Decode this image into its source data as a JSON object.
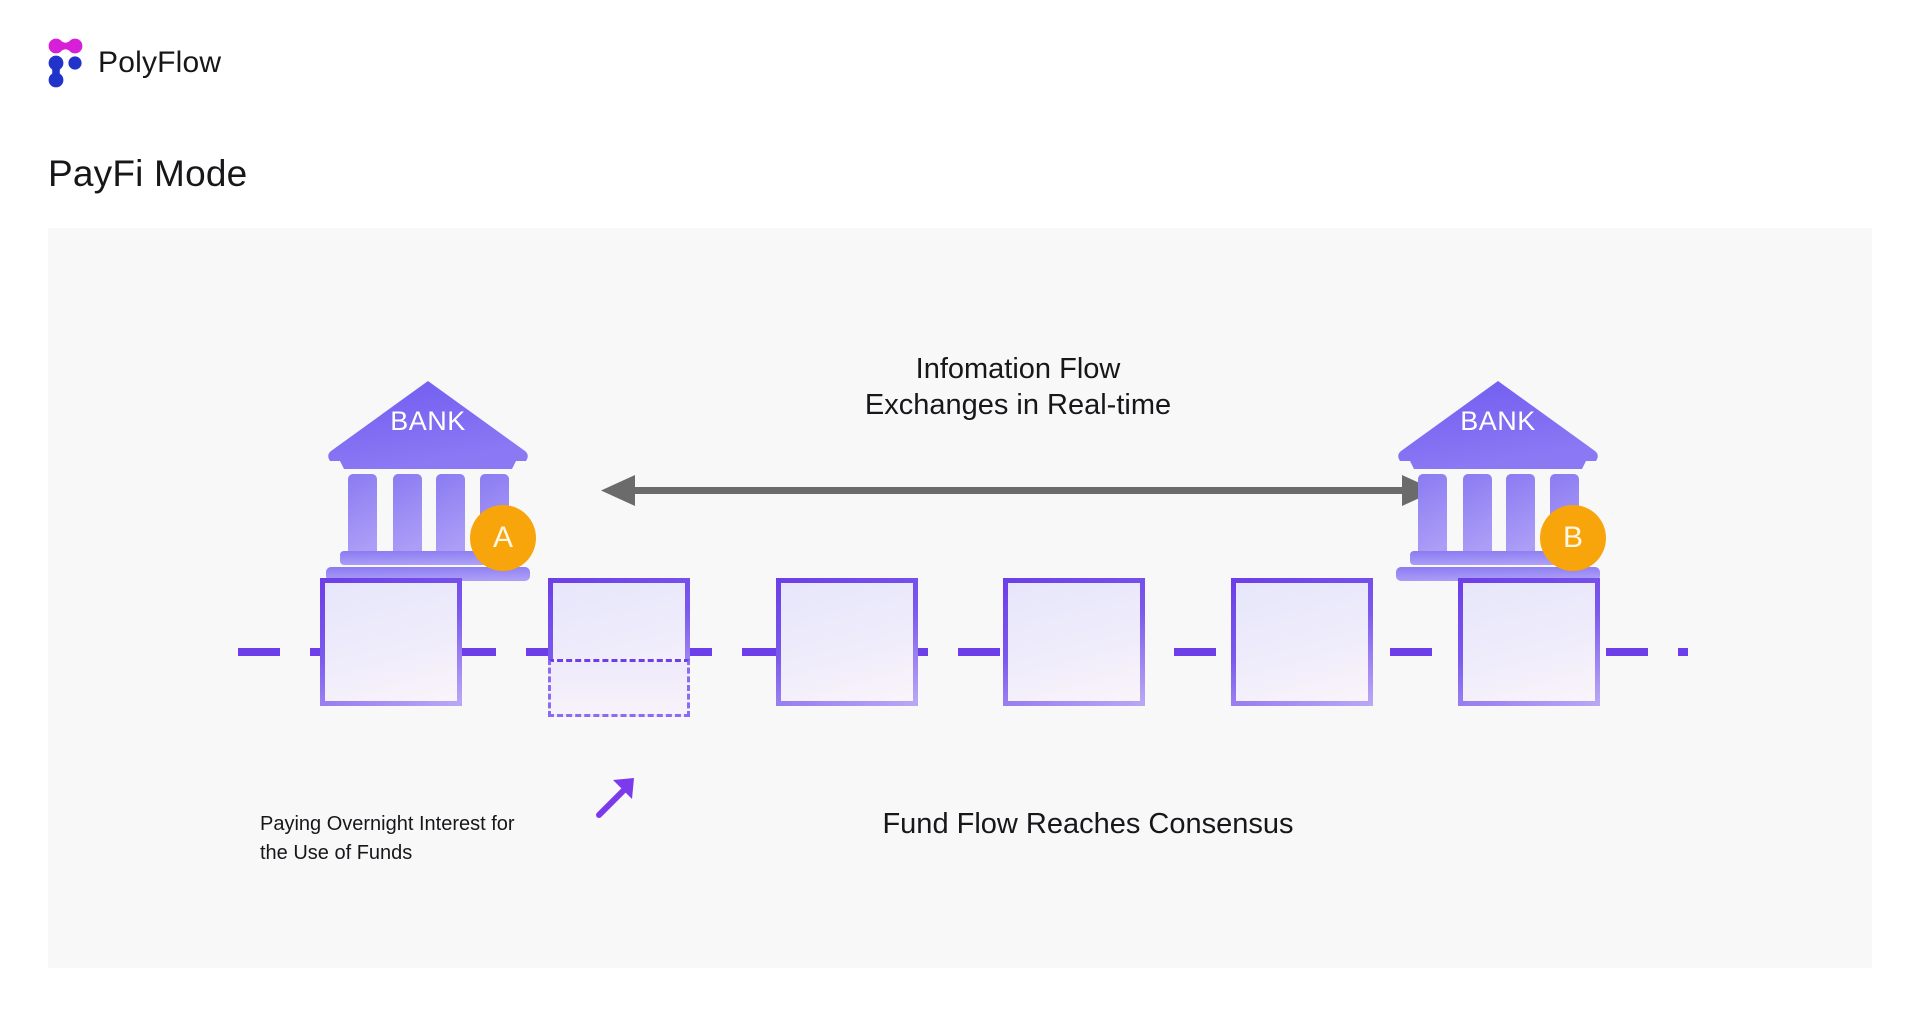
{
  "brand": {
    "name": "PolyFlow",
    "logo_icon": "polyflow-nodes-icon",
    "logo_colors": {
      "magenta": "#d81fd8",
      "blue": "#2233cc"
    }
  },
  "page": {
    "title": "PayFi Mode",
    "canvas_background": "#f8f8f9"
  },
  "diagram": {
    "banks": [
      {
        "label": "BANK",
        "badge": "A",
        "side": "left"
      },
      {
        "label": "BANK",
        "badge": "B",
        "side": "right"
      }
    ],
    "bank_colors": {
      "roof_from": "#6f5cf0",
      "roof_to": "#8b79f4",
      "column_from": "#8a7bf2",
      "column_to": "#a99af6",
      "badge": "#f7a50a",
      "badge_text": "#fff8e6"
    },
    "info_flow": {
      "line1": "Infomation Flow",
      "line2": "Exchanges in Real-time",
      "arrow_icon": "double-headed-arrow-icon",
      "arrow_color": "#6b6b6b"
    },
    "chain": {
      "block_count": 6,
      "connector_color": "#6d3fe8",
      "block_border_from": "#6d3fe8",
      "block_border_to": "#b9a6f5",
      "ghost_block_index": 1,
      "ghost_block_style": "dashed"
    },
    "annotation": {
      "arrow_icon": "up-right-arrow-icon",
      "arrow_color": "#7c3aed",
      "line1": "Paying Overnight Interest for",
      "line2": "the Use of Funds"
    },
    "consensus_label": "Fund Flow Reaches Consensus"
  }
}
